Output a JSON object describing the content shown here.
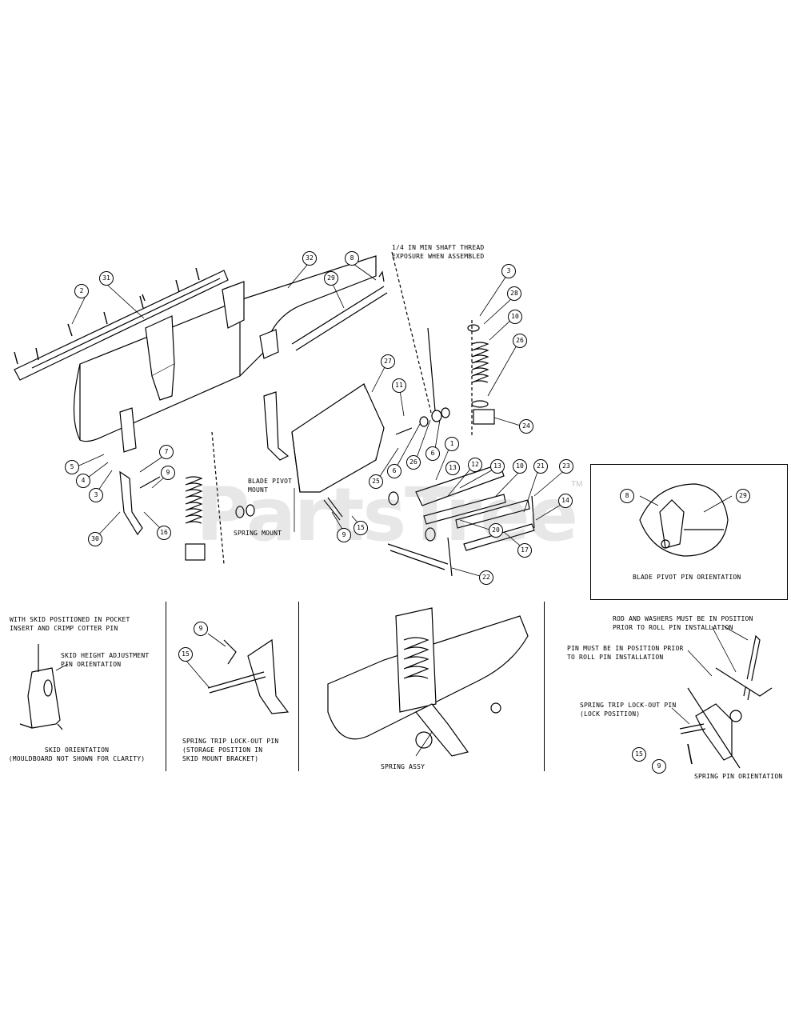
{
  "watermark": {
    "text": "PartsTree",
    "tm": "TM"
  },
  "notes": {
    "shaft_thread": "1/4 IN MIN SHAFT THREAD\nEXPOSURE WHEN ASSEMBLED",
    "blade_pivot_mount": "BLADE PIVOT\nMOUNT",
    "spring_mount": "SPRING MOUNT",
    "blade_pivot_orientation": "BLADE PIVOT PIN ORIENTATION",
    "skid_positioned": "WITH SKID POSITIONED IN POCKET\nINSERT AND CRIMP COTTER PIN",
    "skid_height": "SKID HEIGHT ADJUSTMENT\nPIN ORIENTATION",
    "skid_orientation": "SKID ORIENTATION\n(MOULDBOARD NOT SHOWN FOR CLARITY)",
    "spring_trip_storage": "SPRING TRIP LOCK-OUT PIN\n(STORAGE POSITION IN\nSKID MOUNT BRACKET)",
    "spring_assy": "SPRING ASSY",
    "rod_washers": "ROD AND WASHERS MUST BE IN POSITION\nPRIOR TO ROLL PIN INSTALLATION",
    "pin_position": "PIN MUST BE IN POSITION PRIOR\nTO ROLL PIN INSTALLATION",
    "spring_trip_lock": "SPRING TRIP LOCK-OUT PIN\n(LOCK POSITION)",
    "spring_pin_orientation": "SPRING PIN ORIENTATION"
  },
  "callouts": {
    "c2": "2",
    "c31": "31",
    "c32": "32",
    "c8": "8",
    "c29": "29",
    "c3": "3",
    "c28": "28",
    "c10": "10",
    "c26": "26",
    "c24": "24",
    "c27": "27",
    "c11": "11",
    "c25": "25",
    "c6": "6",
    "c6b": "6",
    "c26b": "26",
    "c1": "1",
    "c13": "13",
    "c12": "12",
    "c13b": "13",
    "c10b": "10",
    "c21": "21",
    "c23": "23",
    "c14": "14",
    "c5": "5",
    "c4": "4",
    "c3b": "3",
    "c7": "7",
    "c9": "9",
    "c30": "30",
    "c16": "16",
    "c9b": "9",
    "c15": "15",
    "c20": "20",
    "c17": "17",
    "c22": "22",
    "c8b": "8",
    "c29b": "29",
    "c9c": "9",
    "c15b": "15",
    "c15c": "15",
    "c9d": "9"
  }
}
